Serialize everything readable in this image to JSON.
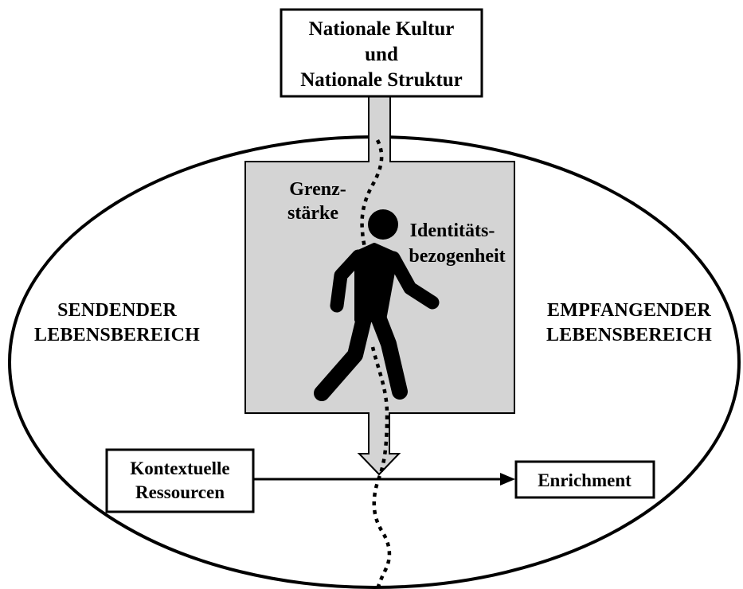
{
  "top_box": {
    "line1": "Nationale Kultur",
    "line2": "und",
    "line3": "Nationale Struktur"
  },
  "boundary_label": {
    "line1": "Grenz-",
    "line2": "stärke"
  },
  "identity_label": {
    "line1": "Identitäts-",
    "line2": "bezogenheit"
  },
  "sending_domain": {
    "line1": "SENDENDER",
    "line2": "LEBENSBEREICH"
  },
  "receiving_domain": {
    "line1": "EMPFANGENDER",
    "line2": "LEBENSBEREICH"
  },
  "resources_box": {
    "line1": "Kontextuelle",
    "line2": "Ressourcen"
  },
  "outcome_box": {
    "label": "Enrichment"
  },
  "icons": {
    "figure": "walking-person-icon"
  },
  "colors": {
    "panel_fill": "#d4d4d4",
    "stroke": "#000000",
    "background": "#ffffff"
  }
}
